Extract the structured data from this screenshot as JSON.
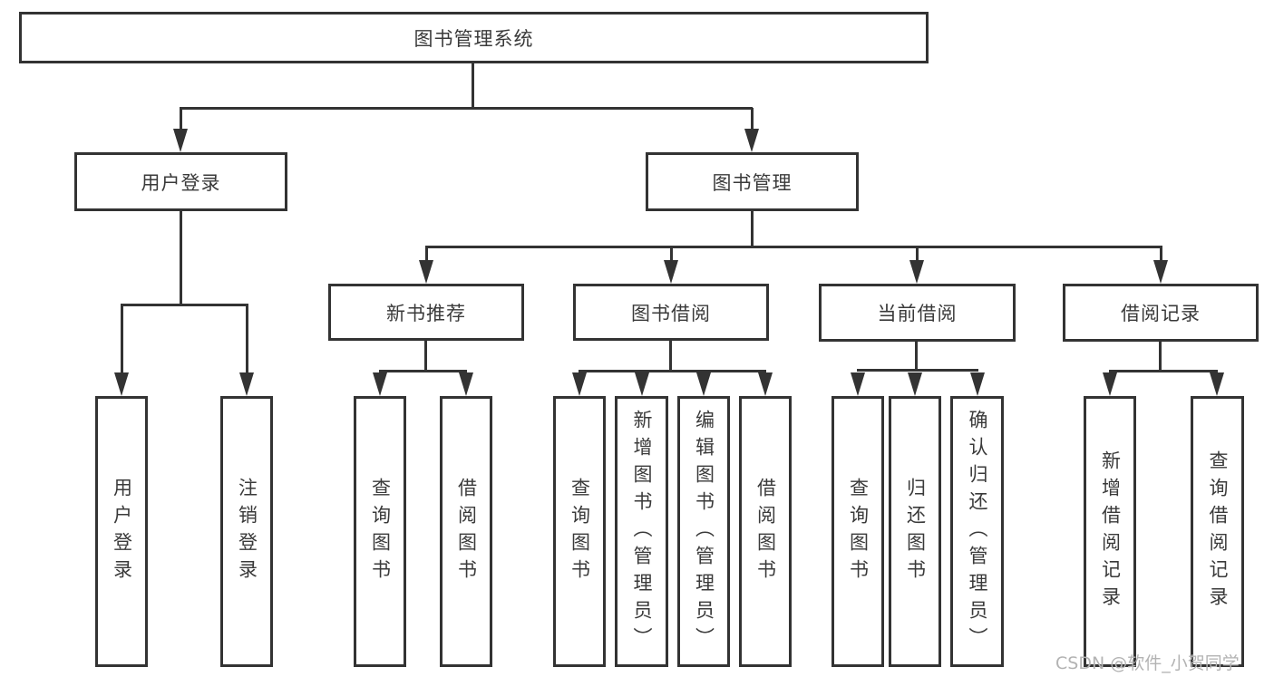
{
  "tree": {
    "label": "图书管理系统",
    "children": [
      {
        "label": "用户登录",
        "children": [
          {
            "label": "用户登录"
          },
          {
            "label": "注销登录"
          }
        ]
      },
      {
        "label": "图书管理",
        "children": [
          {
            "label": "新书推荐",
            "children": [
              {
                "label": "查询图书"
              },
              {
                "label": "借阅图书"
              }
            ]
          },
          {
            "label": "图书借阅",
            "children": [
              {
                "label": "查询图书"
              },
              {
                "label": "新增图书（管理员）"
              },
              {
                "label": "编辑图书（管理员）"
              },
              {
                "label": "借阅图书"
              }
            ]
          },
          {
            "label": "当前借阅",
            "children": [
              {
                "label": "查询图书"
              },
              {
                "label": "归还图书"
              },
              {
                "label": "确认归还（管理员）"
              }
            ]
          },
          {
            "label": "借阅记录",
            "children": [
              {
                "label": "新增借阅记录"
              },
              {
                "label": "查询借阅记录"
              }
            ]
          }
        ]
      }
    ]
  },
  "watermark": {
    "text": "CSDN @软件_小贺同学"
  },
  "colors": {
    "line": "#333333",
    "text": "#3a3a3a",
    "watermark": "#b3b3b3",
    "bg": "#ffffff"
  }
}
